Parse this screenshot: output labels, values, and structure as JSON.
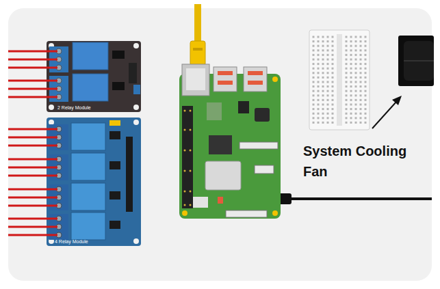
{
  "diagram": {
    "labels": [
      "2 Relay Module",
      "4 Relay Module",
      "System Cooling Fan"
    ]
  }
}
